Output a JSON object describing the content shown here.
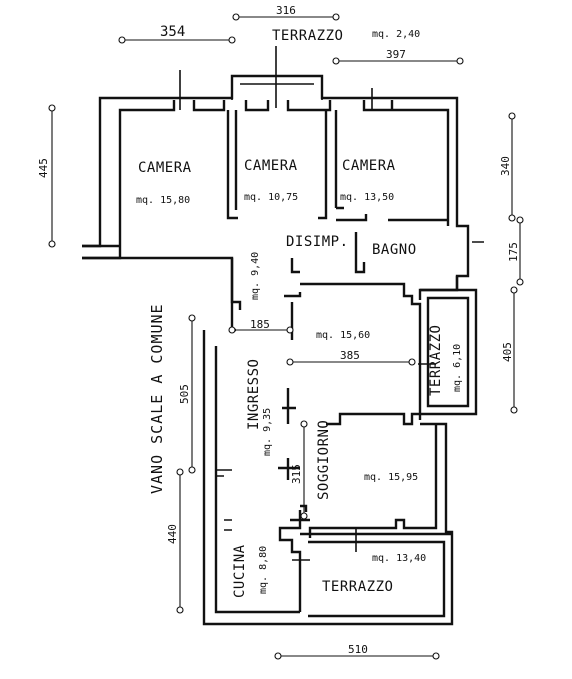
{
  "rooms": {
    "camera1": {
      "name": "CAMERA",
      "area": "mq. 15,80"
    },
    "camera2": {
      "name": "CAMERA",
      "area": "mq. 10,75"
    },
    "camera3": {
      "name": "CAMERA",
      "area": "mq. 13,50"
    },
    "disimp": {
      "name": "DISIMP.",
      "area": "mq. 9,40"
    },
    "bagno": {
      "name": "BAGNO"
    },
    "terrazzo_top": {
      "name": "TERRAZZO",
      "area": "mq. 2,40"
    },
    "living_upper": {
      "area": "mq. 15,60"
    },
    "terrazzo_right": {
      "name": "TERRAZZO",
      "area": "mq. 6,10"
    },
    "ingresso": {
      "name": "INGRESSO",
      "area": "mq. 9,35"
    },
    "soggiorno": {
      "name": "SOGGIORNO",
      "area": "mq. 15,95"
    },
    "cucina": {
      "name": "CUCINA",
      "area": "mq. 8,80"
    },
    "terrazzo_bottom": {
      "name": "TERRAZZO",
      "area": "mq. 13,40"
    }
  },
  "labels": {
    "vano_scale": "VANO SCALE A COMUNE"
  },
  "dimensions": {
    "top_316": "316",
    "top_354": "354",
    "top_397": "397",
    "left_445": "445",
    "right_340": "340",
    "right_175": "175",
    "right_405": "405",
    "mid_185": "185",
    "mid_385": "385",
    "left_505": "505",
    "mid_315": "315",
    "left_440": "440",
    "bottom_510": "510"
  }
}
